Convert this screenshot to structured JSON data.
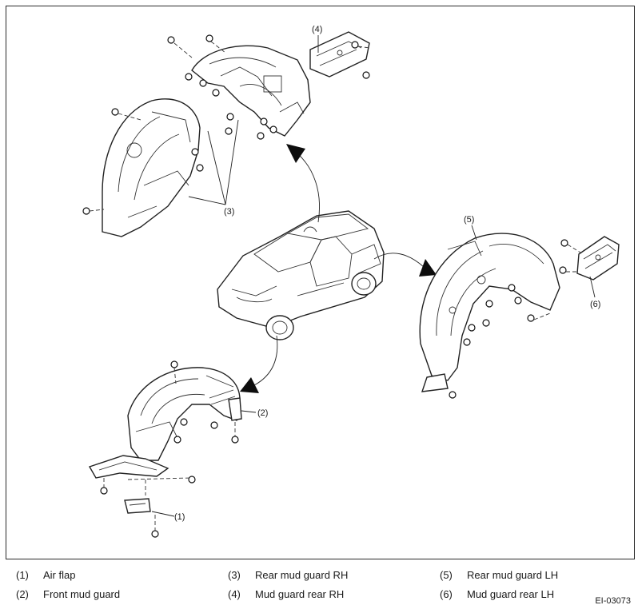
{
  "figure_code": "EI-03073",
  "callouts": {
    "c1": "(1)",
    "c2": "(2)",
    "c3": "(3)",
    "c4": "(4)",
    "c5": "(5)",
    "c6": "(6)"
  },
  "legend": [
    {
      "num": "(1)",
      "label": "Air flap"
    },
    {
      "num": "(2)",
      "label": "Front mud guard"
    },
    {
      "num": "(3)",
      "label": "Rear mud guard RH"
    },
    {
      "num": "(4)",
      "label": "Mud guard rear RH"
    },
    {
      "num": "(5)",
      "label": "Rear mud guard LH"
    },
    {
      "num": "(6)",
      "label": "Mud guard rear LH"
    }
  ]
}
